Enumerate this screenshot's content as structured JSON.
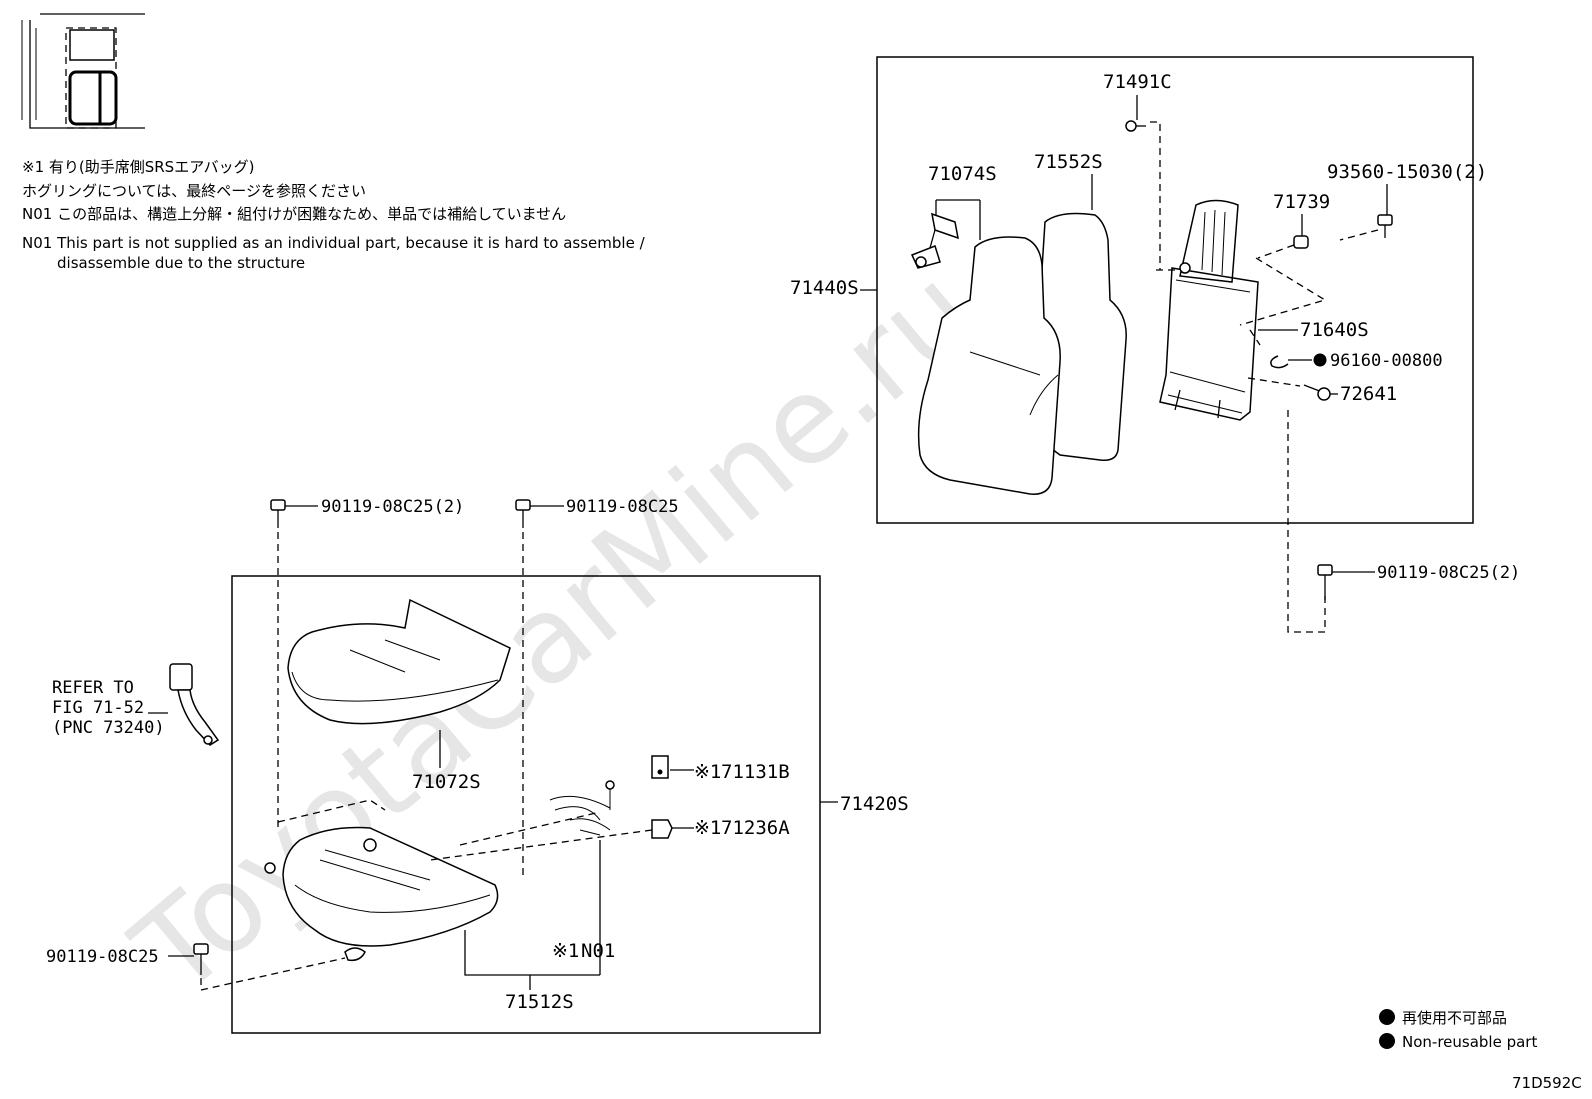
{
  "notes": {
    "line1": "※1 有り(助手席側SRSエアバッグ)",
    "line2": "ホグリングについては、最終ページを参照ください",
    "line3": "N01 この部品は、構造上分解・組付けが困難なため、単品では補給していません",
    "line4": "N01 This part is not supplied as an individual part, because it is hard to assemble /",
    "line5": "disassemble due to the structure"
  },
  "watermark": "ToyotaCarMine.ru",
  "parts": {
    "p71491C": "71491C",
    "p71074S": "71074S",
    "p71552S": "71552S",
    "p93560": "93560-15030(2)",
    "p71739": "71739",
    "p71440S": "71440S",
    "p71640S": "71640S",
    "p96160": "96160-00800",
    "p72641": "72641",
    "p90119a": "90119-08C25(2)",
    "p90119b": "90119-08C25",
    "p90119c": "90119-08C25(2)",
    "p90119d": "90119-08C25",
    "p71072S": "71072S",
    "p71131B": "71131B",
    "p71236A": "71236A",
    "p71420S": "71420S",
    "pN01": "N01",
    "p71512S": "71512S",
    "mark1": "※1",
    "mark2": "※1",
    "mark3": "※1"
  },
  "refer": {
    "line1": "REFER TO",
    "line2": "FIG 71-52",
    "line3": "(PNC 73240)"
  },
  "legend": {
    "ja": "再使用不可部品",
    "en": "Non-reusable part"
  },
  "figure_id": "71D592C"
}
